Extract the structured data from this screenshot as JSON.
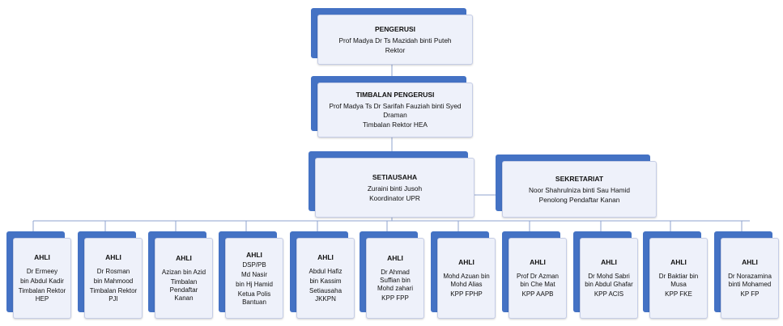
{
  "chart": {
    "pengerusi": {
      "title": "PENGERUSI",
      "lines": [
        "Prof Madya Dr Ts Mazidah binti Puteh",
        "Rektor"
      ]
    },
    "timbalan": {
      "title": "TIMBALAN PENGERUSI",
      "lines": [
        "Prof Madya Ts Dr Sarifah Fauziah binti Syed Draman",
        "Timbalan Rektor HEA"
      ]
    },
    "setiausaha": {
      "title": "SETIAUSAHA",
      "lines": [
        "Zuraini binti Jusoh",
        "Koordinator UPR"
      ]
    },
    "sekretariat": {
      "title": "SEKRETARIAT",
      "lines": [
        "Noor Shahrulniza binti Sau Hamid",
        "Penolong Pendaftar Kanan"
      ]
    },
    "ahli": [
      {
        "title": "AHLI",
        "lines": [
          "Dr Ermeey",
          "bin Abdul Kadir",
          "Timbalan Rektor HEP"
        ]
      },
      {
        "title": "AHLI",
        "lines": [
          "Dr Rosman",
          "bin Mahmood",
          "Timbalan Rektor PJI"
        ]
      },
      {
        "title": "AHLI",
        "lines": [
          "Azizan bin Azid",
          "Timbalan Pendaftar Kanan"
        ]
      },
      {
        "title": "AHLI",
        "lines": [
          "DSP/PB",
          "Md Nasir",
          "bin Hj Hamid",
          "Ketua Polis Bantuan"
        ]
      },
      {
        "title": "AHLI",
        "lines": [
          "Abdul Hafiz",
          "bin Kassim",
          "Setiausaha JKKPN"
        ]
      },
      {
        "title": "AHLI",
        "lines": [
          "Dr Ahmad Suffian bin Mohd zahari",
          "KPP FPP"
        ]
      },
      {
        "title": "AHLI",
        "lines": [
          "Mohd Azuan bin Mohd Alias",
          "KPP FPHP"
        ]
      },
      {
        "title": "AHLI",
        "lines": [
          "Prof Dr Azman bin Che Mat",
          "KPP AAPB"
        ]
      },
      {
        "title": "AHLI",
        "lines": [
          "Dr Mohd Sabri bin Abdul Ghafar",
          "KPP ACIS"
        ]
      },
      {
        "title": "AHLI",
        "lines": [
          "Dr Baktiar bin Musa",
          "KPP FKE"
        ]
      },
      {
        "title": "AHLI",
        "lines": [
          "Dr Norazamina binti Mohamed",
          "KP FP"
        ]
      }
    ]
  }
}
